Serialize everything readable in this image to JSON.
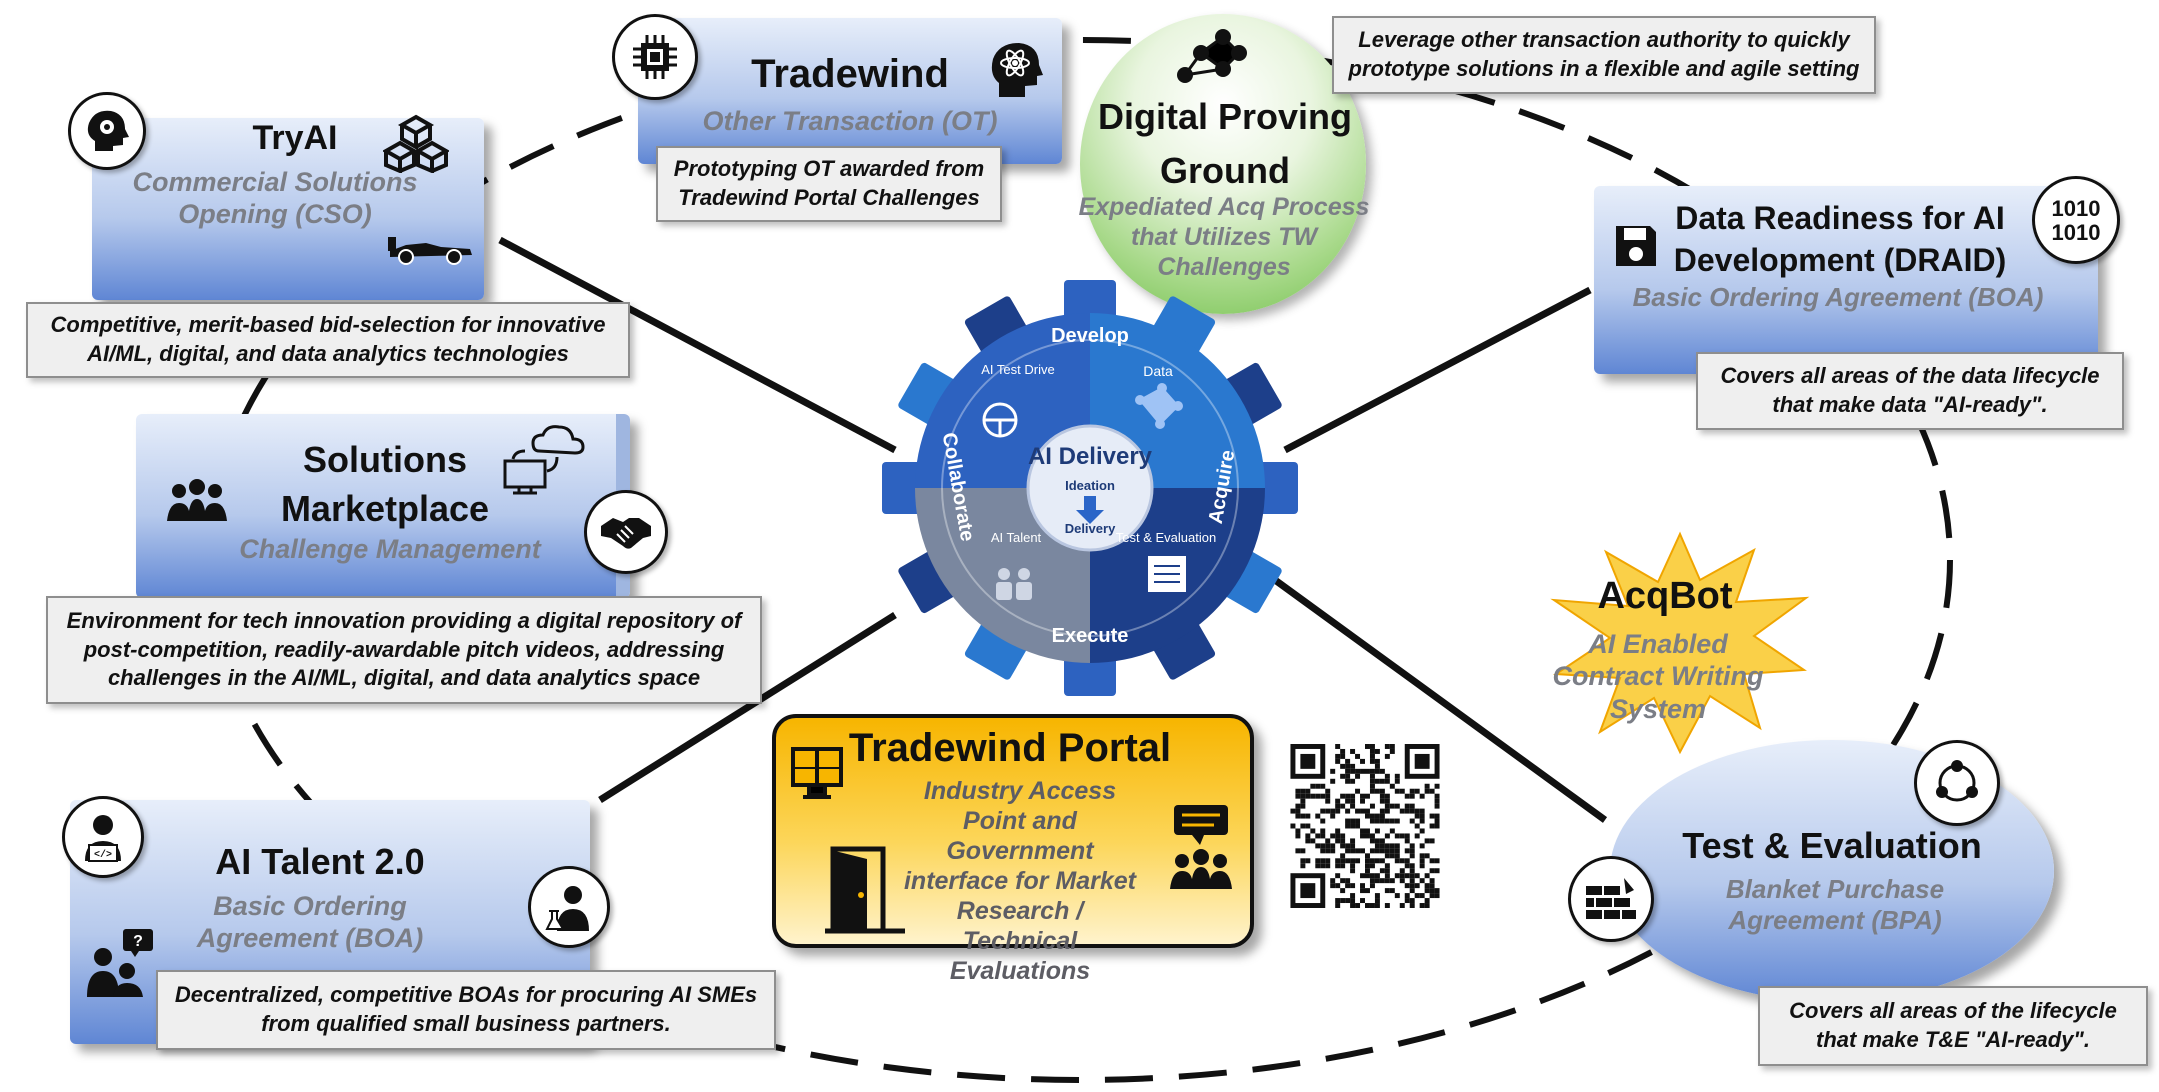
{
  "tryai": {
    "title": "TryAI",
    "subtitle": "Commercial Solutions Opening (CSO)",
    "note": "Competitive, merit-based bid-selection for innovative AI/ML, digital, and data analytics technologies"
  },
  "tradewind": {
    "title": "Tradewind",
    "subtitle": "Other Transaction (OT)",
    "note": "Prototyping OT awarded from Tradewind Portal Challenges"
  },
  "dpg": {
    "title": "Digital Proving Ground",
    "subtitle": "Expediated Acq Process that Utilizes TW Challenges",
    "note": "Leverage other transaction authority to quickly prototype solutions in a flexible and agile setting"
  },
  "draid": {
    "title": "Data Readiness for AI Development (DRAID)",
    "subtitle": "Basic Ordering Agreement (BOA)",
    "note": "Covers all areas of the data lifecycle that make data \"AI-ready\"."
  },
  "marketplace": {
    "title": "Solutions Marketplace",
    "subtitle": "Challenge Management",
    "note": "Environment for tech innovation providing a digital repository of post-competition, readily-awardable pitch videos, addressing challenges in the AI/ML, digital, and data analytics space"
  },
  "acqbot": {
    "title": "AcqBot",
    "subtitle": "AI Enabled Contract Writing System"
  },
  "portal": {
    "title": "Tradewind Portal",
    "subtitle": "Industry Access Point and Government interface for Market Research / Technical Evaluations"
  },
  "talent": {
    "title": "AI Talent 2.0",
    "subtitle": "Basic Ordering Agreement (BOA)",
    "note": "Decentralized, competitive BOAs for procuring AI SMEs from qualified small business partners."
  },
  "te": {
    "title": "Test & Evaluation",
    "subtitle": "Blanket Purchase Agreement (BPA)",
    "note": "Covers all areas of the lifecycle that make T&E \"AI-ready\"."
  },
  "gear": {
    "center_title": "AI Delivery",
    "center_top": "Ideation",
    "center_bottom": "Delivery",
    "ring_develop": "Develop",
    "ring_acquire": "Acquire",
    "ring_execute": "Execute",
    "ring_collaborate": "Collaborate",
    "q_test_drive": "AI Test Drive",
    "q_data": "Data",
    "q_talent": "AI Talent",
    "q_te": "Test & Evaluation"
  },
  "icons": {
    "chip": "chip-icon",
    "brain": "brain-atom-icon",
    "network": "network-people-icon",
    "binary": "binary-1010-icon",
    "disk": "floppy-disk-icon",
    "head": "head-gear-icon",
    "cubes": "cubes-icon",
    "racecar": "race-car-icon",
    "people": "people-group-icon",
    "cloud": "cloud-computer-icon",
    "handshake": "handshake-icon",
    "coder": "coder-icon",
    "scientist": "scientist-icon",
    "advisor": "advisor-icon",
    "cycle": "cycle-icon",
    "firewall": "firewall-icon",
    "qr": "qr-code-icon",
    "monitor": "video-conference-icon",
    "door": "door-icon",
    "chat": "chat-group-icon"
  },
  "colors": {
    "card_blue": "#5f86d4",
    "green_circle": "#6fbf4a",
    "portal_yellow": "#f7b500",
    "gear_dark": "#1f3d84",
    "gear_mid": "#2e68c2",
    "gear_gray": "#7d8aa6",
    "star_yellow": "#f9c21a"
  }
}
